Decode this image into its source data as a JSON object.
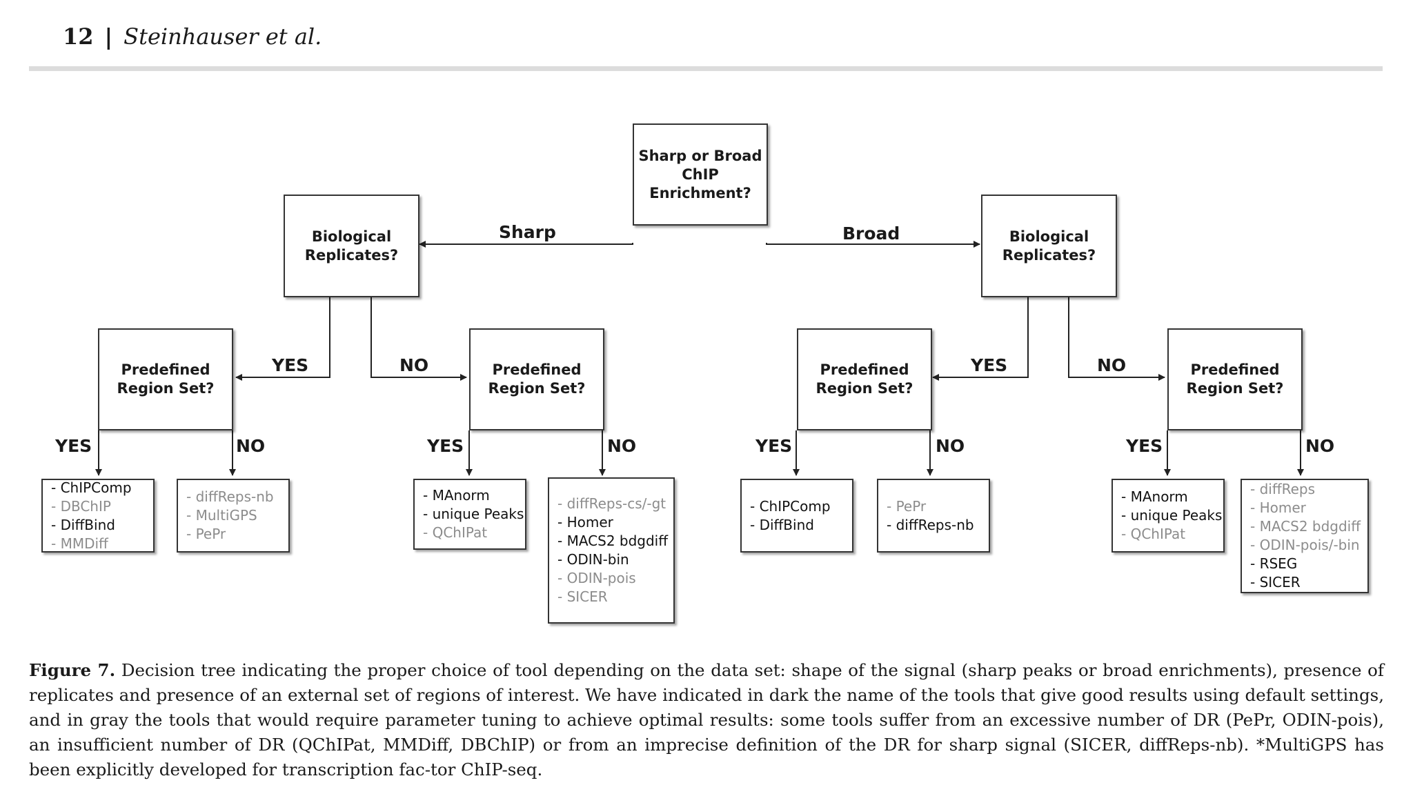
{
  "header": {
    "page_number": "12",
    "separator": "|",
    "authors": "Steinhauser et al."
  },
  "diagram": {
    "root": {
      "line1": "Sharp or Broad",
      "line2": "ChIP Enrichment?"
    },
    "edge_sharp": "Sharp",
    "edge_broad": "Broad",
    "left_replicates": {
      "line1": "Biological",
      "line2": "Replicates?"
    },
    "right_replicates": {
      "line1": "Biological",
      "line2": "Replicates?"
    },
    "region_question": {
      "line1": "Predefined",
      "line2": "Region Set?"
    },
    "yes": "YES",
    "no": "NO",
    "leaves": [
      {
        "tools": [
          {
            "name": "- ChIPComp",
            "style": "good"
          },
          {
            "name": "- DBChIP",
            "style": "tune"
          },
          {
            "name": "- DiffBind",
            "style": "good"
          },
          {
            "name": "- MMDiff",
            "style": "tune"
          }
        ]
      },
      {
        "tools": [
          {
            "name": "- diffReps-nb",
            "style": "tune"
          },
          {
            "name": "- MultiGPS",
            "style": "tune"
          },
          {
            "name": "- PePr",
            "style": "tune"
          }
        ]
      },
      {
        "tools": [
          {
            "name": "- MAnorm",
            "style": "good"
          },
          {
            "name": "- unique Peaks",
            "style": "good"
          },
          {
            "name": "- QChIPat",
            "style": "tune"
          }
        ]
      },
      {
        "tools": [
          {
            "name": "- diffReps-cs/-gt",
            "style": "tune"
          },
          {
            "name": "- Homer",
            "style": "good"
          },
          {
            "name": "- MACS2 bdgdiff",
            "style": "good"
          },
          {
            "name": "- ODIN-bin",
            "style": "good"
          },
          {
            "name": "- ODIN-pois",
            "style": "tune"
          },
          {
            "name": "- SICER",
            "style": "tune"
          }
        ]
      },
      {
        "tools": [
          {
            "name": "- ChIPComp",
            "style": "good"
          },
          {
            "name": "- DiffBind",
            "style": "good"
          }
        ]
      },
      {
        "tools": [
          {
            "name": "- PePr",
            "style": "tune"
          },
          {
            "name": "- diffReps-nb",
            "style": "good"
          }
        ]
      },
      {
        "tools": [
          {
            "name": "- MAnorm",
            "style": "good"
          },
          {
            "name": "- unique Peaks",
            "style": "good"
          },
          {
            "name": "- QChIPat",
            "style": "tune"
          }
        ]
      },
      {
        "tools": [
          {
            "name": "- diffReps",
            "style": "tune"
          },
          {
            "name": "- Homer",
            "style": "tune"
          },
          {
            "name": "- MACS2 bdgdiff",
            "style": "tune"
          },
          {
            "name": "- ODIN-pois/-bin",
            "style": "tune"
          },
          {
            "name": "- RSEG",
            "style": "good"
          },
          {
            "name": "- SICER",
            "style": "good"
          }
        ]
      }
    ]
  },
  "caption": {
    "label": "Figure 7.",
    "text": "Decision tree indicating the proper choice of tool depending on the data set: shape of the signal (sharp peaks or broad enrichments), presence of replicates and presence of an external set of regions of interest. We have indicated in dark the name of the tools that give good results using default settings, and in gray the tools that would require parameter tuning to achieve optimal results: some tools suffer from an excessive number of DR (PePr, ODIN-pois), an insufficient number of DR (QChIPat, MMDiff, DBChIP) or from an imprecise definition of the DR for sharp signal (SICER, diffReps-nb). *MultiGPS has been explicitly developed for transcription fac-tor ChIP-seq."
  },
  "colors": {
    "good_tool": "#111111",
    "tune_tool": "#8c8c8c",
    "rule": "#dcdcdc"
  }
}
